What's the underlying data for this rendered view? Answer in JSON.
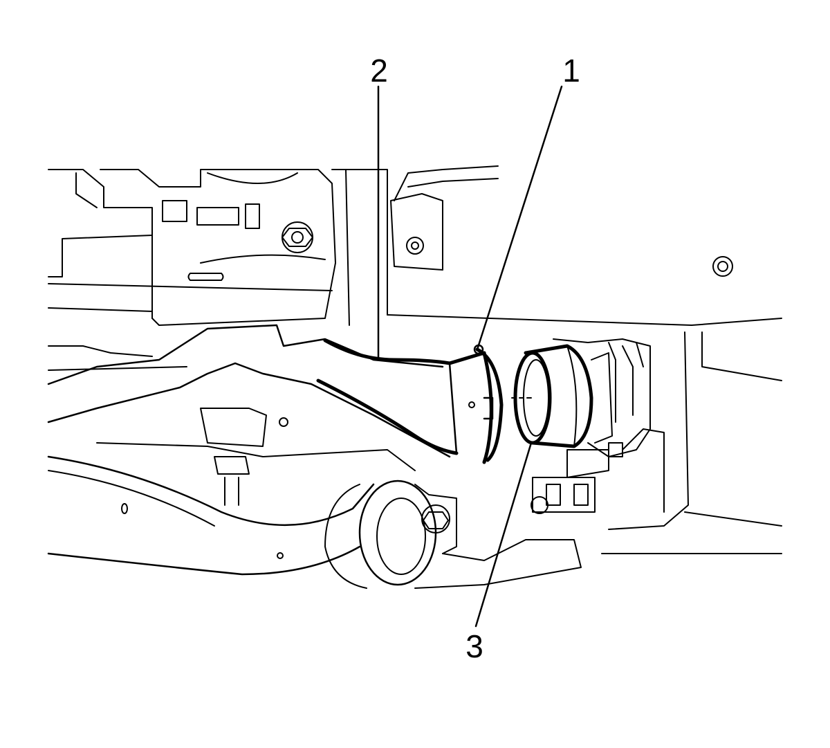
{
  "callouts": [
    {
      "number": "1"
    },
    {
      "number": "2"
    },
    {
      "number": "3"
    }
  ]
}
